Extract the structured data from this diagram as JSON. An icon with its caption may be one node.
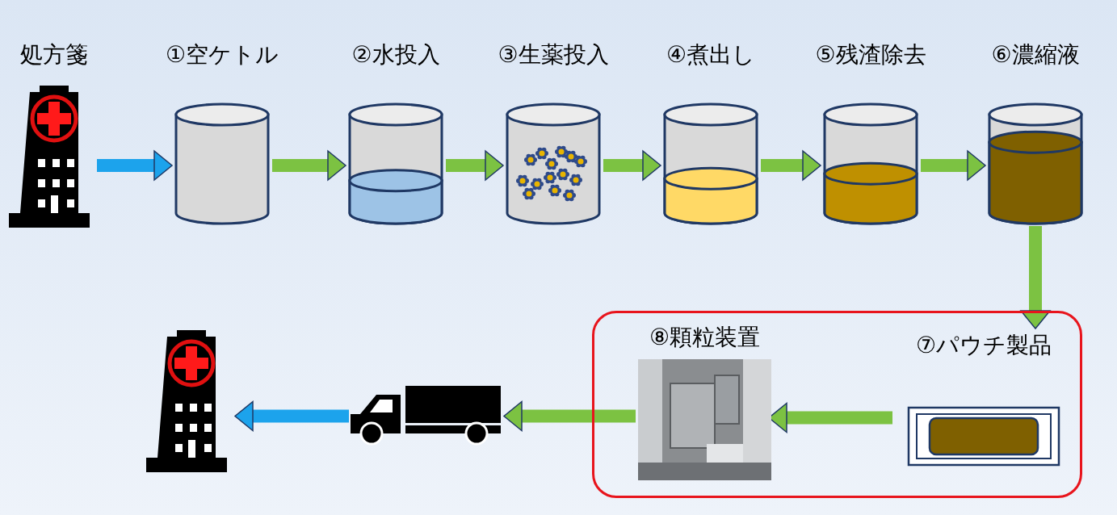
{
  "diagram": {
    "nodes": [
      {
        "text": [
          "処方箋"
        ]
      },
      {
        "text": [
          "①空ケトル"
        ]
      },
      {
        "text": [
          "②水投入"
        ]
      },
      {
        "text": [
          "③生薬投入"
        ]
      },
      {
        "text": [
          "④煮出し"
        ]
      },
      {
        "text": [
          "⑤残渣除去"
        ]
      },
      {
        "text": [
          "⑥濃縮液"
        ]
      },
      {
        "text": [],
        "shape": "box"
      },
      {
        "text": [
          "⑦パウチ製品"
        ],
        "in": 7
      },
      {
        "text": [
          "⑧顆粒装置"
        ],
        "in": 7
      },
      {
        "text": [],
        "shape": "picture"
      },
      {
        "text": [],
        "shape": "picture"
      }
    ],
    "edges": [
      {
        "from": 0,
        "to": 1,
        "arrow": "to",
        "color": "#1ca3ec"
      },
      {
        "from": 1,
        "to": 2,
        "arrow": "to"
      },
      {
        "from": 2,
        "to": 3,
        "arrow": "to"
      },
      {
        "from": 3,
        "to": 4,
        "arrow": "to"
      },
      {
        "from": 4,
        "to": 5,
        "arrow": "to"
      },
      {
        "from": 5,
        "to": 6,
        "arrow": "to"
      },
      {
        "from": 6,
        "to": 8,
        "arrow": "to"
      },
      {
        "from": 8,
        "to": 9,
        "arrow": "to"
      },
      {
        "from": 9,
        "to": 11,
        "arrow": "to"
      },
      {
        "from": 11,
        "to": 10,
        "arrow": "to",
        "color": "#1ca3ec"
      }
    ]
  }
}
